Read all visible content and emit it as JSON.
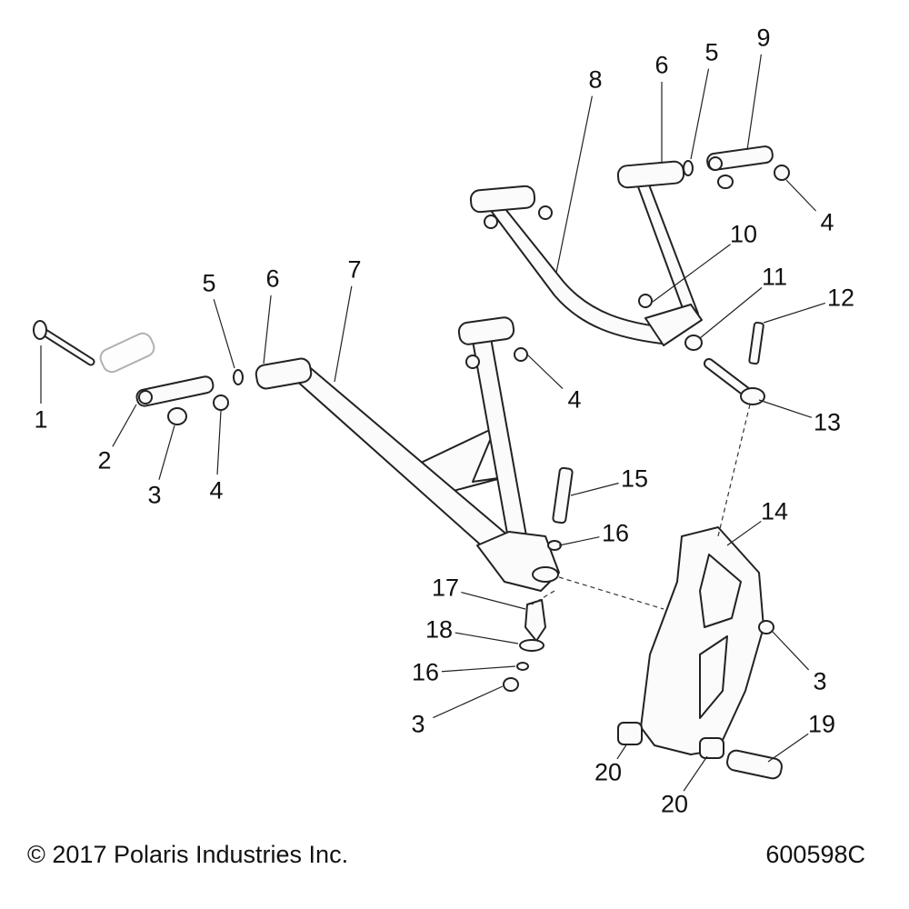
{
  "diagram": {
    "callouts": [
      "1",
      "2",
      "3",
      "4",
      "5",
      "6",
      "7",
      "8",
      "6",
      "5",
      "9",
      "4",
      "10",
      "11",
      "12",
      "13",
      "4",
      "15",
      "16",
      "14",
      "17",
      "18",
      "16",
      "3",
      "3",
      "19",
      "20",
      "20"
    ]
  },
  "footer": {
    "copyright": "© 2017 Polaris Industries Inc.",
    "diagram_number": "600598C"
  }
}
